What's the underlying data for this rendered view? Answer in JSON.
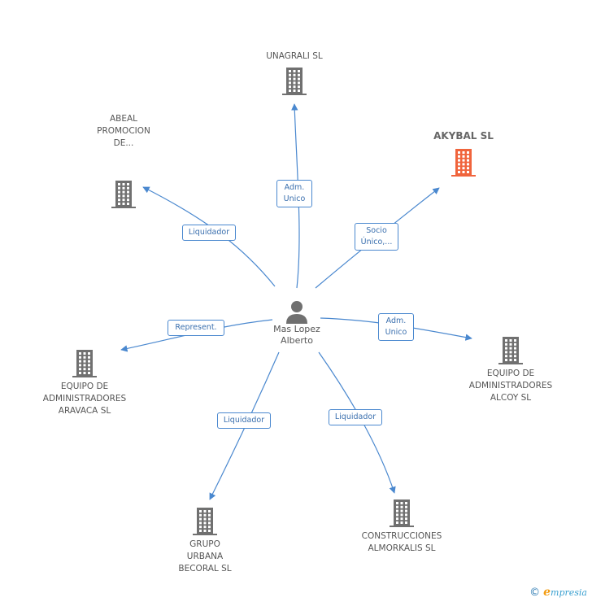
{
  "center": {
    "label": "Mas Lopez\nAlberto",
    "icon": "person-icon"
  },
  "companies": [
    {
      "id": "unagrali",
      "label": "UNAGRALI SL",
      "focus": false
    },
    {
      "id": "abeal",
      "label": "ABEAL\nPROMOCION\nDE...",
      "focus": false
    },
    {
      "id": "akybal",
      "label": "AKYBAL SL",
      "focus": true
    },
    {
      "id": "equipo-aravaca",
      "label": "EQUIPO DE\nADMINISTRADORES\nARAVACA SL",
      "focus": false
    },
    {
      "id": "equipo-alcoy",
      "label": "EQUIPO DE\nADMINISTRADORES\nALCOY SL",
      "focus": false
    },
    {
      "id": "grupo-urbana",
      "label": "GRUPO\nURBANA\nBECORAL SL",
      "focus": false
    },
    {
      "id": "construcciones",
      "label": "CONSTRUCCIONES\nALMORKALIS SL",
      "focus": false
    }
  ],
  "relations": [
    {
      "target": "unagrali",
      "label": "Adm.\nUnico"
    },
    {
      "target": "abeal",
      "label": "Liquidador"
    },
    {
      "target": "akybal",
      "label": "Socio\nÚnico,..."
    },
    {
      "target": "equipo-aravaca",
      "label": "Represent."
    },
    {
      "target": "equipo-alcoy",
      "label": "Adm.\nUnico"
    },
    {
      "target": "grupo-urbana",
      "label": "Liquidador"
    },
    {
      "target": "construcciones",
      "label": "Liquidador"
    }
  ],
  "colors": {
    "edge": "#4a88cf",
    "building": "#707070",
    "building_focus": "#f0643c"
  },
  "footer": {
    "copyright": "©",
    "brand_initial": "e",
    "brand_rest": "mpresia"
  }
}
